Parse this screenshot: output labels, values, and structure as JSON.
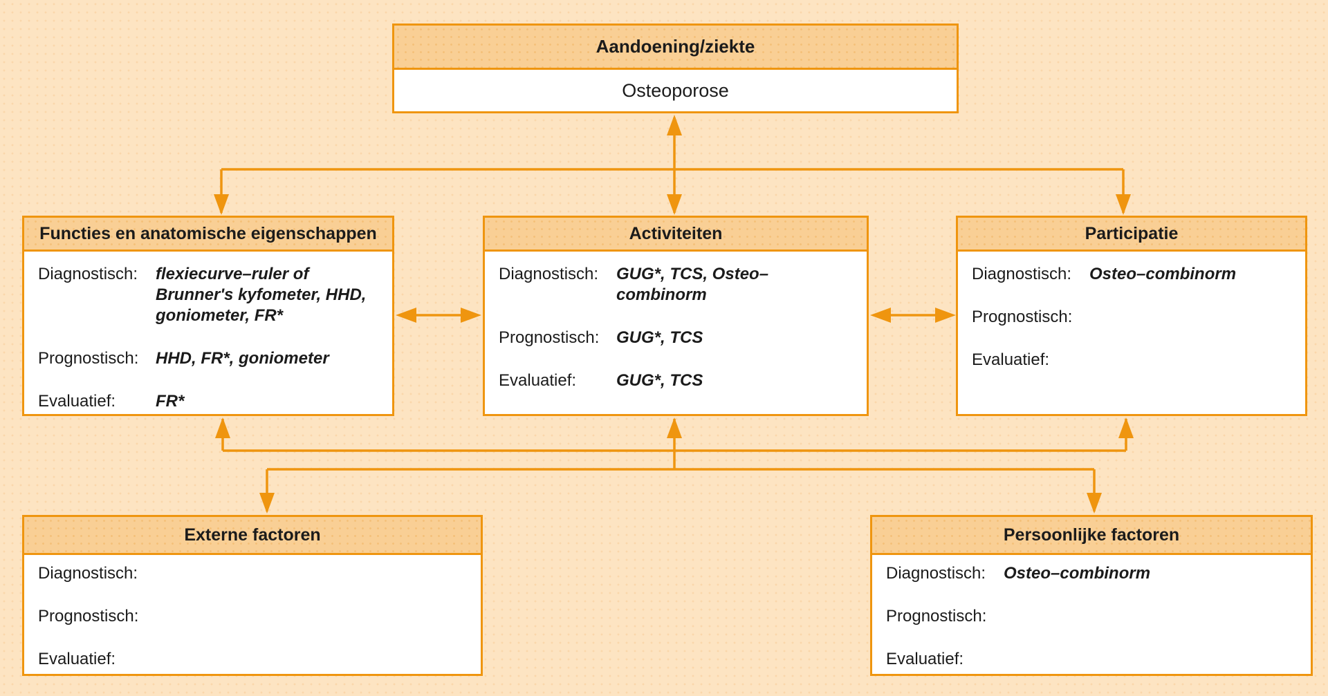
{
  "diagram": {
    "title_box": {
      "title": "Aandoening/ziekte",
      "value": "Osteoporose"
    },
    "boxes": {
      "functies": {
        "title": "Functies en anatomische eigenschappen",
        "rows": [
          {
            "label": "Diagnostisch:",
            "value": "flexiecurve–ruler of\nBrunner's kyfometer, HHD,\ngoniometer, FR*"
          },
          {
            "label": "Prognostisch:",
            "value": "HHD, FR*, goniometer"
          },
          {
            "label": "Evaluatief:",
            "value": "FR*"
          }
        ]
      },
      "activiteiten": {
        "title": "Activiteiten",
        "rows": [
          {
            "label": "Diagnostisch:",
            "value": "GUG*, TCS, Osteo–combinorm"
          },
          {
            "label": "Prognostisch:",
            "value": "GUG*, TCS"
          },
          {
            "label": "Evaluatief:",
            "value": "GUG*, TCS"
          }
        ]
      },
      "participatie": {
        "title": "Participatie",
        "rows": [
          {
            "label": "Diagnostisch:",
            "value": "Osteo–combinorm"
          },
          {
            "label": "Prognostisch:",
            "value": ""
          },
          {
            "label": "Evaluatief:",
            "value": ""
          }
        ]
      },
      "externe": {
        "title": "Externe factoren",
        "rows": [
          {
            "label": "Diagnostisch:",
            "value": ""
          },
          {
            "label": "Prognostisch:",
            "value": ""
          },
          {
            "label": "Evaluatief:",
            "value": ""
          }
        ]
      },
      "persoonlijke": {
        "title": "Persoonlijke factoren",
        "rows": [
          {
            "label": "Diagnostisch:",
            "value": "Osteo–combinorm"
          },
          {
            "label": "Prognostisch:",
            "value": ""
          },
          {
            "label": "Evaluatief:",
            "value": ""
          }
        ]
      }
    },
    "colors": {
      "background": "#FDE4C2",
      "header_fill": "#F9CF95",
      "border": "#EF950F",
      "arrow": "#EF950F",
      "box_body": "#FFFFFF",
      "text": "#1B1B1B"
    }
  }
}
